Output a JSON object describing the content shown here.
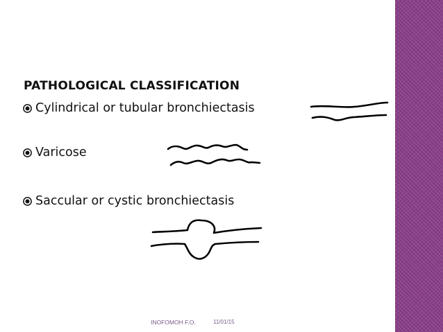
{
  "slide": {
    "heading": "PATHOLOGICAL CLASSIFICATION",
    "bullets": [
      {
        "text": "Cylindrical or tubular bronchiectasis"
      },
      {
        "text": "Varicose"
      },
      {
        "text": "Saccular or cystic bronchiectasis"
      }
    ],
    "bullet_icon": "circle-dot-bullet-icon"
  },
  "footer": {
    "author": "INOFOMOH F.O.",
    "date": "11/01/15"
  },
  "colors": {
    "accent_band": "#8a3c88",
    "text": "#111111",
    "footer_text": "#7a5a8a",
    "background": "#ffffff"
  }
}
